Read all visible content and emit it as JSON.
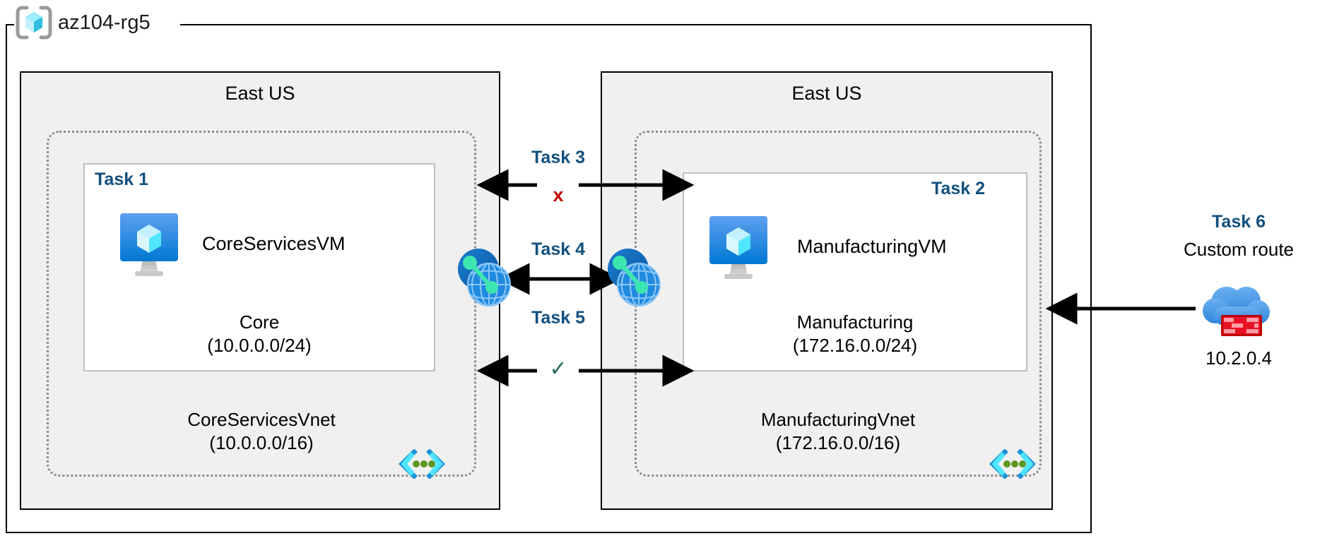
{
  "resource_group": {
    "name": "az104-rg5",
    "icon": "azure-resource-group-icon"
  },
  "regions": [
    {
      "id": "left",
      "title": "East US"
    },
    {
      "id": "right",
      "title": "East US"
    }
  ],
  "vnets": [
    {
      "id": "coreservices",
      "name": "CoreServicesVnet",
      "cidr": "(10.0.0.0/16)",
      "subnet_icon": "subnet-icon",
      "subnet": {
        "task": "Task 1",
        "task_align": "left",
        "vm_name": "CoreServicesVM",
        "vm_icon": "virtual-machine-icon",
        "name": "Core",
        "cidr": "(10.0.0.0/24)"
      }
    },
    {
      "id": "manufacturing",
      "name": "ManufacturingVnet",
      "cidr": "(172.16.0.0/16)",
      "subnet_icon": "subnet-icon",
      "subnet": {
        "task": "Task 2",
        "task_align": "right",
        "vm_name": "ManufacturingVM",
        "vm_icon": "virtual-machine-icon",
        "name": "Manufacturing",
        "cidr": "(172.16.0.0/24)"
      }
    }
  ],
  "peering": {
    "left_icon": "vnet-peering-icon",
    "right_icon": "vnet-peering-icon"
  },
  "connections": [
    {
      "id": "task3",
      "label": "Task 3",
      "status_glyph": "x",
      "status_name": "blocked-x-icon",
      "color": "#c00000"
    },
    {
      "id": "task4",
      "label": "Task 4",
      "status_glyph": "",
      "status_name": "",
      "color": ""
    },
    {
      "id": "task5",
      "label": "Task 5",
      "status_glyph": "✓",
      "status_name": "allowed-check-icon",
      "color": "#1f6b5e"
    }
  ],
  "custom_route": {
    "task": "Task 6",
    "label": "Custom route",
    "ip": "10.2.0.4",
    "icon": "firewall-cloud-icon"
  },
  "colors": {
    "task_blue": "#12507e",
    "region_fill": "#f0f0f0",
    "vnet_border": "#8c8c8c",
    "subnet_border": "#bfbfbf",
    "blocked_red": "#c00000",
    "allowed_green": "#1f6b5e",
    "azure_blue": "#0078d4"
  }
}
